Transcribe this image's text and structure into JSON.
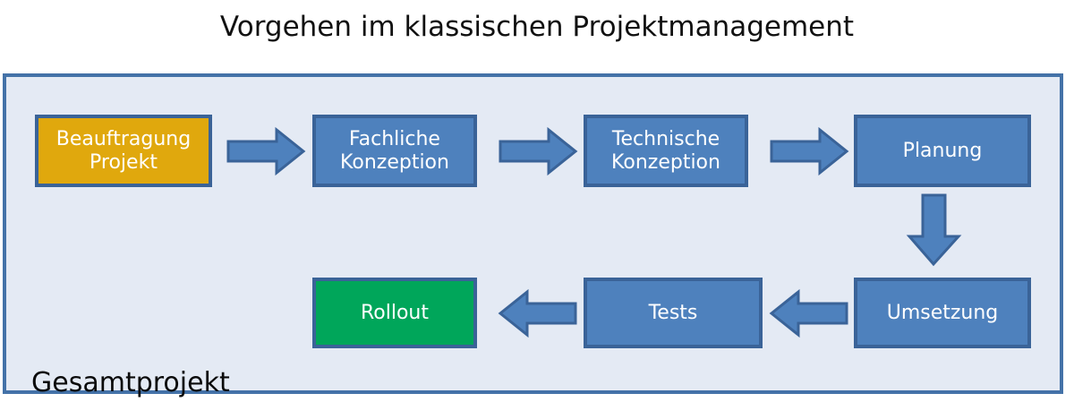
{
  "title": "Vorgehen im klassischen Projektmanagement",
  "group_label": "Gesamtprojekt",
  "colors": {
    "panel_fill": "#e4eaf4",
    "panel_border": "#4472a8",
    "box_blue": "#4e81bd",
    "box_gold": "#e0a80d",
    "box_green": "#00a65a",
    "box_border": "#3a6398",
    "arrow_fill": "#4e81bd",
    "arrow_border": "#3a6398",
    "text_light": "#ffffff",
    "text_dark": "#0a0a0a"
  },
  "nodes": [
    {
      "id": "beauftragung-projekt",
      "label": "Beauftragung\nProjekt",
      "style": "gold"
    },
    {
      "id": "fachliche-konzeption",
      "label": "Fachliche\nKonzeption",
      "style": "blue"
    },
    {
      "id": "technische-konzeption",
      "label": "Technische\nKonzeption",
      "style": "blue"
    },
    {
      "id": "planung",
      "label": "Planung",
      "style": "blue"
    },
    {
      "id": "umsetzung",
      "label": "Umsetzung",
      "style": "blue"
    },
    {
      "id": "tests",
      "label": "Tests",
      "style": "blue"
    },
    {
      "id": "rollout",
      "label": "Rollout",
      "style": "green"
    }
  ],
  "arrows": [
    {
      "id": "arrow-beauftragung-to-fachliche",
      "direction": "right"
    },
    {
      "id": "arrow-fachliche-to-technische",
      "direction": "right"
    },
    {
      "id": "arrow-technische-to-planung",
      "direction": "right"
    },
    {
      "id": "arrow-planung-to-umsetzung",
      "direction": "down"
    },
    {
      "id": "arrow-umsetzung-to-tests",
      "direction": "left"
    },
    {
      "id": "arrow-tests-to-rollout",
      "direction": "left"
    }
  ]
}
